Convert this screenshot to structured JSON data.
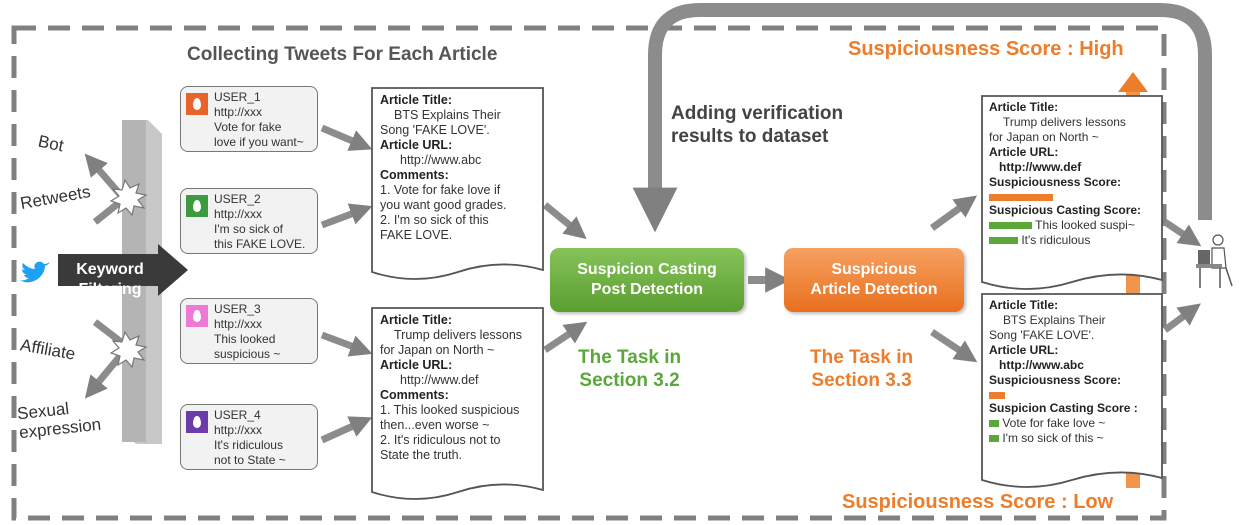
{
  "title": "Collecting Tweets For Each Article",
  "verification_note": [
    "Adding verification",
    "results to dataset"
  ],
  "score_high": "Suspiciousness Score : High",
  "score_low": "Suspiciousness Score : Low",
  "filter_labels": {
    "bot": "Bot",
    "retweets": "Retweets",
    "affiliate": "Affiliate",
    "sexual": [
      "Sexual",
      "expression"
    ]
  },
  "keyword_filtering": [
    "Keyword",
    "Filtering"
  ],
  "tweets": [
    {
      "user": "USER_1",
      "url": "http://xxx",
      "lines": [
        "Vote for fake",
        "love if you want~"
      ],
      "color": "#e8642a"
    },
    {
      "user": "USER_2",
      "url": "http://xxx",
      "lines": [
        "I'm so sick of",
        "this FAKE LOVE."
      ],
      "color": "#3e9a3e"
    },
    {
      "user": "USER_3",
      "url": "http://xxx",
      "lines": [
        "This looked",
        "suspicious ~"
      ],
      "color": "#ee7ad6"
    },
    {
      "user": "USER_4",
      "url": "http://xxx",
      "lines": [
        "It's ridiculous",
        "not to State ~"
      ],
      "color": "#6a3da8"
    }
  ],
  "articles": [
    {
      "title_label": "Article Title:",
      "title": [
        "BTS Explains Their",
        "Song 'FAKE LOVE'."
      ],
      "url_label": "Article URL:",
      "url": "http://www.abc",
      "comments_label": "Comments:",
      "comments": [
        "1. Vote for fake love if",
        "you want   good grades.",
        "2. I'm so sick of this",
        "FAKE LOVE."
      ]
    },
    {
      "title_label": "Article Title:",
      "title": [
        "Trump delivers lessons",
        "for Japan on North ~"
      ],
      "url_label": "Article URL:",
      "url": "http://www.def",
      "comments_label": "Comments:",
      "comments": [
        "1. This looked suspicious",
        "then...even worse ~",
        "2. It's ridiculous not to",
        "State the truth."
      ]
    }
  ],
  "suspicion_box": [
    "Suspicion Casting",
    "Post Detection"
  ],
  "suspicious_box": [
    "Suspicious",
    "Article Detection"
  ],
  "task_green": [
    "The Task in",
    "Section 3.2"
  ],
  "task_orange": [
    "The Task in",
    "Section 3.3"
  ],
  "results": [
    {
      "title_label": "Article Title:",
      "title": [
        "Trump delivers lessons",
        "for Japan on North ~"
      ],
      "url_label": "Article URL:",
      "url": "http://www.def",
      "score_label": "Suspiciousness Score:",
      "score": 0.8,
      "casting_label": "Suspicious Casting Score:",
      "casting": [
        {
          "text": "This looked suspi~",
          "score": 0.9
        },
        {
          "text": "It's ridiculous",
          "score": 0.6
        }
      ]
    },
    {
      "title_label": "Article Title:",
      "title": [
        "BTS Explains Their",
        "Song 'FAKE LOVE'."
      ],
      "url_label": "Article URL:",
      "url": "http://www.abc",
      "score_label": "Suspiciousness Score:",
      "score": 0.2,
      "casting_label": "Suspicion Casting Score :",
      "casting": [
        {
          "text": "Vote for fake love ~",
          "score": 0.2
        },
        {
          "text": "I'm so sick of this ~",
          "score": 0.2
        }
      ]
    }
  ],
  "colors": {
    "green": "#5ba83a",
    "orange": "#ee7d2b",
    "gray": "#808080",
    "twitter": "#1da1f2"
  }
}
